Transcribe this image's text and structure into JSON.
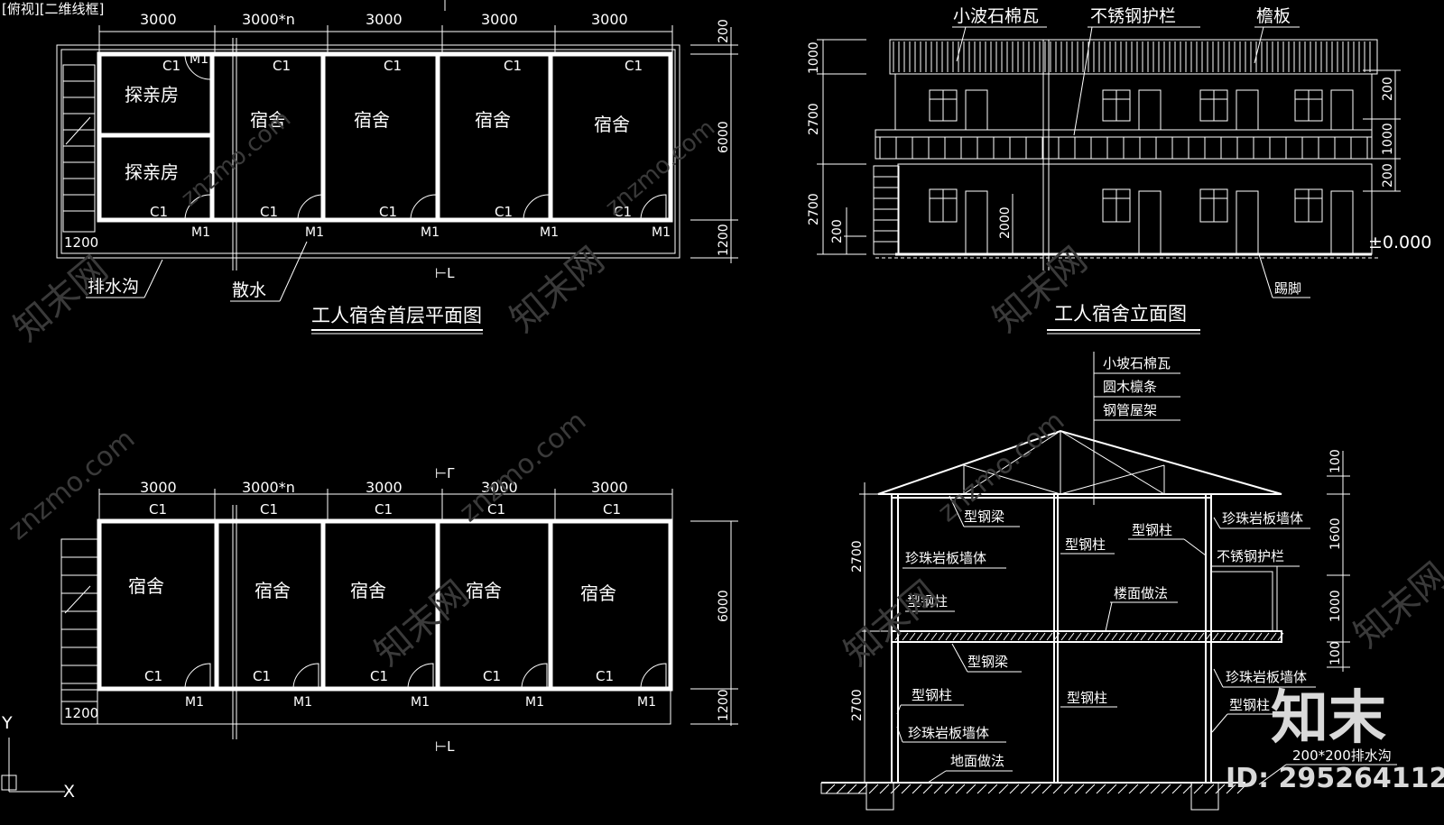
{
  "viewport": {
    "label": "[俯视][二维线框]"
  },
  "plan_ground": {
    "title": "工人宿舍首层平面图",
    "dims_top": [
      "3000",
      "3000*n",
      "3000",
      "3000",
      "3000"
    ],
    "dims_right": [
      "200",
      "6000",
      "1200"
    ],
    "dim_left_bottom": "1200",
    "rooms": [
      "探亲房",
      "探亲房",
      "宿舍",
      "宿舍",
      "宿舍",
      "宿舍"
    ],
    "window": "C1",
    "door": "M1",
    "callouts": [
      "排水沟",
      "散水"
    ]
  },
  "plan_upper": {
    "dims_top": [
      "3000",
      "3000*n",
      "3000",
      "3000",
      "3000"
    ],
    "dims_right": [
      "6000",
      "1200"
    ],
    "dim_left_bottom": "1200",
    "rooms": [
      "宿舍",
      "宿舍",
      "宿舍",
      "宿舍",
      "宿舍"
    ],
    "window": "C1",
    "door": "M1"
  },
  "elevation": {
    "title": "工人宿舍立面图",
    "callouts": [
      "小波石棉瓦",
      "不锈钢护栏",
      "檐板",
      "踢脚"
    ],
    "dims_left": [
      "1000",
      "2700",
      "2700",
      "200"
    ],
    "dims_right": [
      "200",
      "1000",
      "200"
    ],
    "door_height": "2000",
    "level": "±0.000"
  },
  "section": {
    "roof_layers": [
      "小坡石棉瓦",
      "圆木檩条",
      "钢管屋架"
    ],
    "labels": [
      "型钢梁",
      "珍珠岩板墙体",
      "型钢柱",
      "型钢柱",
      "型钢柱",
      "楼面做法",
      "珍珠岩板墙体",
      "不锈钢护栏",
      "型钢梁",
      "型钢柱",
      "型钢柱",
      "珍珠岩板墙体",
      "型钢柱",
      "珍珠岩板墙体",
      "地面做法",
      "200*200排水沟"
    ],
    "dims_left": [
      "2700",
      "2700"
    ],
    "dims_right": [
      "100",
      "1600",
      "1000",
      "100"
    ]
  },
  "watermark": {
    "site": "znzmo.com",
    "brand": "知末网",
    "logo": "知末",
    "id": "ID: 295264112"
  }
}
